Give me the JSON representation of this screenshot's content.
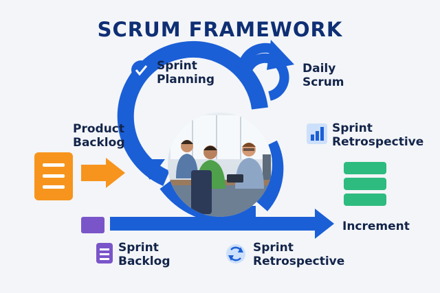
{
  "title": "SCRUM FRAMEWORK",
  "labels": {
    "sprint_planning": [
      "Sprint",
      "Planning"
    ],
    "daily_scrum": [
      "Daily",
      "Scrum"
    ],
    "product_backlog": [
      "Product",
      "Backlog"
    ],
    "sprint_retrospective_top": [
      "Sprint",
      "Retrospective"
    ],
    "increment": "Increment",
    "sprint_backlog": [
      "Sprint",
      "Backlog"
    ],
    "sprint_retrospective_bottom": [
      "Sprint",
      "Retrospective"
    ]
  },
  "icons": {
    "sprint_planning": "check-circle-icon",
    "daily_scrum": "circular-arrow-icon",
    "product_backlog": "document-list-icon",
    "sprint_retrospective_top": "bar-chart-icon",
    "increment": "stacked-blocks-icon",
    "sprint_backlog": "list-icon",
    "sprint_retrospective_bottom": "refresh-icon"
  },
  "colors": {
    "primary_blue": "#1b5fd6",
    "title_blue": "#0f2f74",
    "orange": "#f7941d",
    "green": "#2dbb7f",
    "purple": "#7a55c9",
    "light_blue": "#cde0fb"
  }
}
